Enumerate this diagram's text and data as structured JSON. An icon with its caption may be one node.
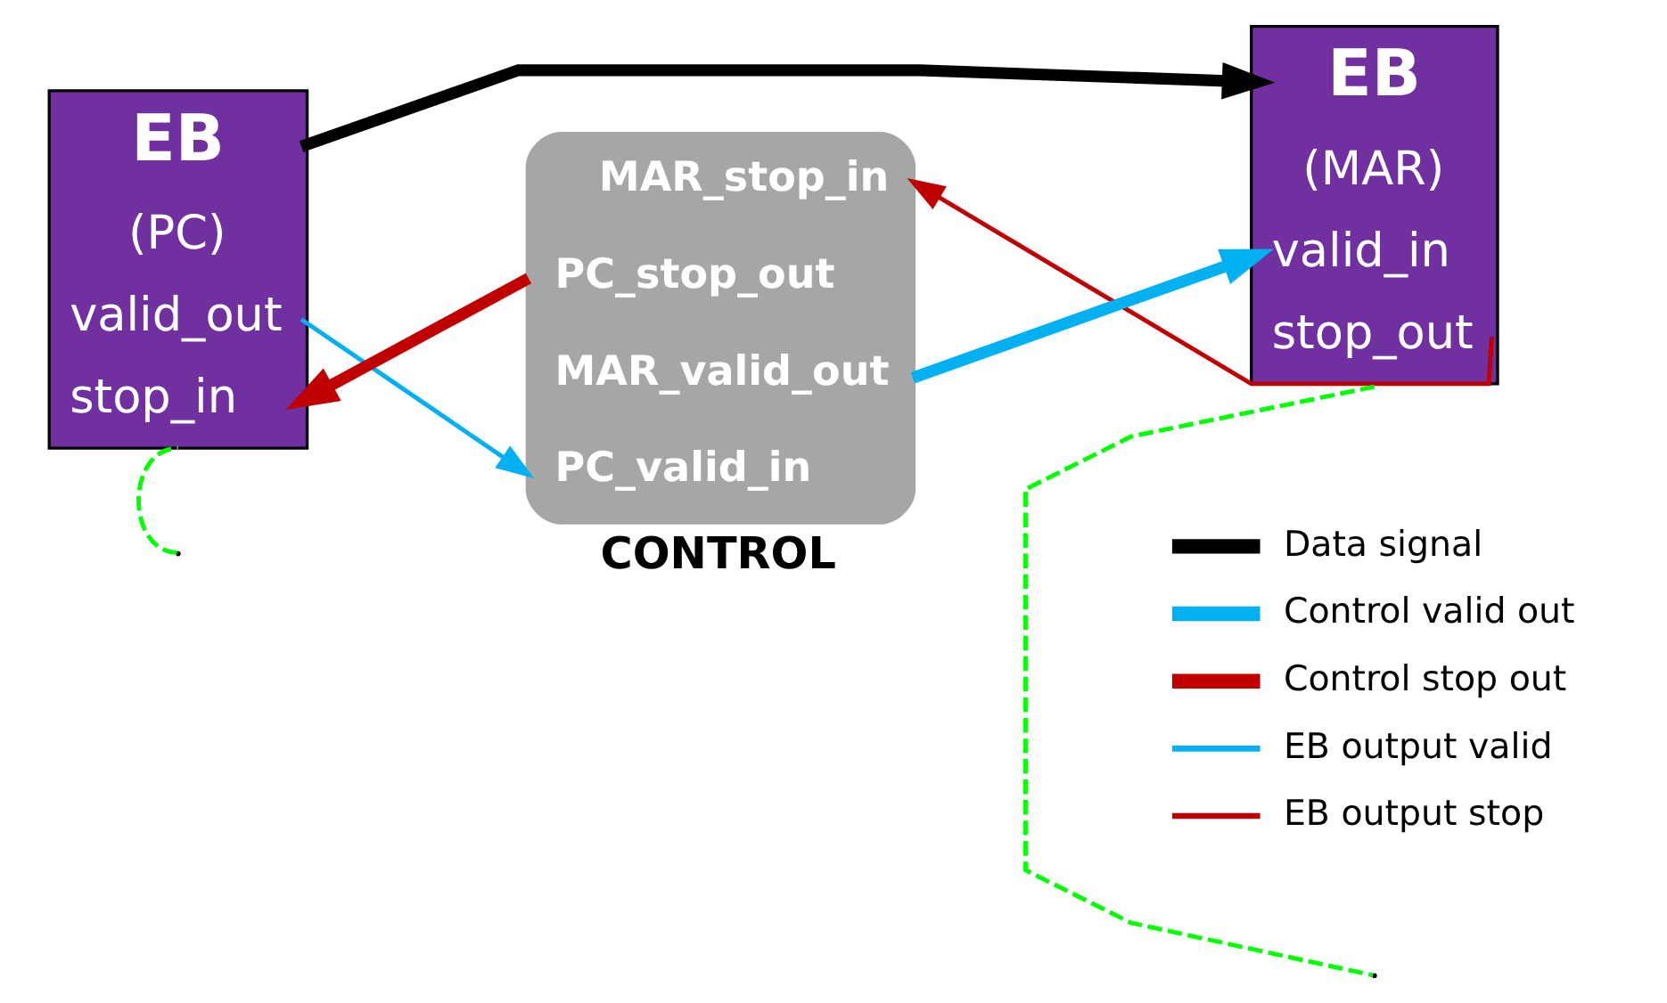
{
  "diagram": {
    "nodes": [
      {
        "text": [
          "EB",
          "(PC)",
          "valid_out",
          "stop_in"
        ]
      },
      {
        "text": [
          "EB",
          "(MAR)",
          "valid_in",
          "stop_out"
        ]
      },
      {
        "text": [
          "MAR_stop_in",
          "PC_stop_out",
          "MAR_valid_out",
          "PC_valid_in",
          "CONTROL"
        ]
      }
    ],
    "edges": [
      {
        "from": 0,
        "to": 1,
        "arrow": "to",
        "style": "thick",
        "color": "#000000"
      },
      {
        "from": 0,
        "to": 2,
        "arrow": "to",
        "color": "#00b0f0"
      },
      {
        "from": 2,
        "to": 0,
        "arrow": "to",
        "style": "thick",
        "color": "#c00000"
      },
      {
        "from": 2,
        "to": 1,
        "arrow": "to",
        "style": "thick",
        "color": "#00b0f0"
      },
      {
        "from": 1,
        "to": 2,
        "arrow": "to",
        "color": "#c00000"
      },
      {
        "from": 0,
        "to": null,
        "arrow": "none",
        "style": "dashed",
        "color": "#00ff00"
      },
      {
        "from": 1,
        "to": null,
        "arrow": "none",
        "style": "dashed",
        "color": "#00ff00"
      }
    ],
    "legend": [
      {
        "text": "Data signal"
      },
      {
        "text": "Control valid out"
      },
      {
        "text": "Control stop out"
      },
      {
        "text": "EB output valid"
      },
      {
        "text": "EB output stop"
      }
    ]
  }
}
